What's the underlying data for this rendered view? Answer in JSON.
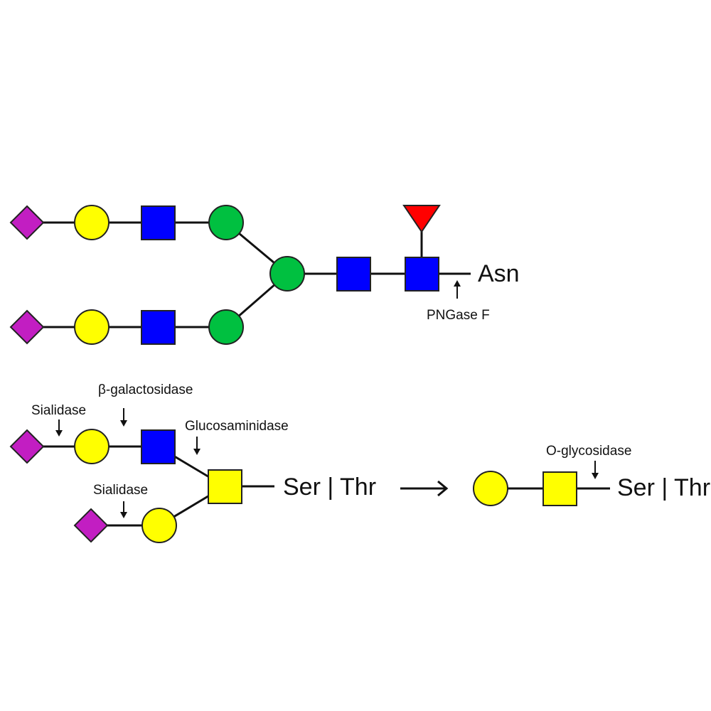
{
  "colors": {
    "sialic_acid": "#c21ec2",
    "galactose": "#ffff00",
    "glcnac": "#0000ff",
    "mannose": "#00c040",
    "fucose": "#ff0000",
    "galnac": "#ffff00",
    "line": "#111111"
  },
  "n_glycan": {
    "asn_label": "Asn",
    "pngase_label": "PNGase F"
  },
  "o_glycan": {
    "sialidase_upper_label": "Sialidase",
    "sialidase_lower_label": "Sialidase",
    "galactosidase_label": "β-galactosidase",
    "glucosaminidase_label": "Glucosaminidase",
    "ser_thr_label": "Ser | Thr",
    "result_ser_thr_label": "Ser | Thr",
    "o_glycosidase_label": "O-glycosidase"
  },
  "icons": {
    "sialic_acid": "purple-diamond",
    "galactose": "yellow-circle",
    "glcnac": "blue-square",
    "mannose": "green-circle",
    "fucose": "red-triangle",
    "galnac": "yellow-square"
  }
}
